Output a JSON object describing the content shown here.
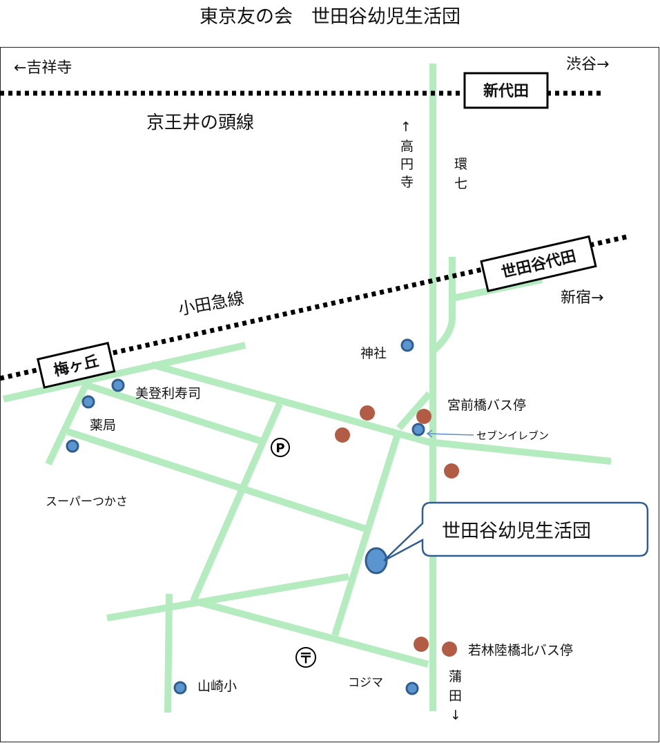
{
  "title": "東京友の会　世田谷幼児生活団",
  "directions": {
    "kichijoji": "←吉祥寺",
    "shibuya": "渋谷→",
    "koenji": [
      "↑",
      "高",
      "円",
      "寺"
    ],
    "kannana": [
      "環",
      "七"
    ],
    "shinjuku": "新宿→",
    "kamata": [
      "蒲",
      "田",
      "↓"
    ]
  },
  "railways": {
    "keio": "京王井の頭線",
    "odakyu": "小田急線"
  },
  "stations": {
    "shindaita": "新代田",
    "setagaya_daita": "世田谷代田",
    "umegaoka": "梅ヶ丘"
  },
  "landmarks": {
    "shrine": "神社",
    "sushi": "美登利寿司",
    "pharmacy": "薬局",
    "supermarket": "スーパーつかさ",
    "bus_miyamaebashi": "宮前橋バス停",
    "seven_eleven": "セブンイレブン",
    "bus_wakabayashi": "若林陸橋北バス停",
    "school": "山崎小",
    "kojima": "コジマ",
    "parking": "P",
    "post": "〒"
  },
  "callout": "世田谷幼児生活団",
  "colors": {
    "road": "#b5ecbf",
    "blue_dot": "#5b95cf",
    "red_dot": "#b25c46",
    "callout_border": "#2f5d92"
  }
}
